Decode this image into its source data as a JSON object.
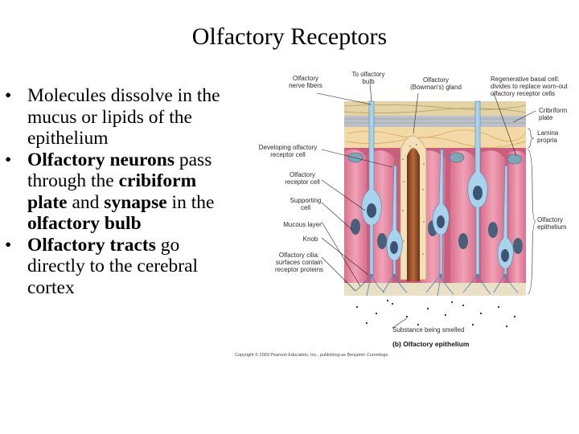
{
  "slide": {
    "title": "Olfactory Receptors",
    "bullets": [
      [
        {
          "t": "Molecules dissolve in the mucus or lipids of the epithelium",
          "b": false
        }
      ],
      [
        {
          "t": "Olfactory neurons",
          "b": true
        },
        {
          "t": " pass through the ",
          "b": false
        },
        {
          "t": "cribiform plate",
          "b": true
        },
        {
          "t": " and ",
          "b": false
        },
        {
          "t": "synapse",
          "b": true
        },
        {
          "t": " in the ",
          "b": false
        },
        {
          "t": "olfactory bulb",
          "b": true
        }
      ],
      [
        {
          "t": "Olfactory tracts",
          "b": true
        },
        {
          "t": " go directly to the cerebral cortex",
          "b": false
        }
      ]
    ],
    "bullet_glyph": "•"
  },
  "figure": {
    "labels": {
      "olfactory_nerve_fibers": [
        "Olfactory",
        "nerve fibers"
      ],
      "to_olfactory_bulb": [
        "To olfactory",
        "bulb"
      ],
      "olfactory_gland": [
        "Olfactory",
        "(Bowman's) gland"
      ],
      "regenerative_basal_cell": [
        "Regenerative basal cell:",
        "divides to replace worn-out",
        "olfactory receptor cells"
      ],
      "cribriform_plate": [
        "Cribriform",
        "plate"
      ],
      "lamina_propria": [
        "Lamina",
        "propria"
      ],
      "developing_receptor": [
        "Developing olfactory",
        "receptor cell"
      ],
      "olfactory_receptor_cell": [
        "Olfactory",
        "receptor cell"
      ],
      "supporting_cell": [
        "Supporting",
        "cell"
      ],
      "mucous_layer": [
        "Mucous layer"
      ],
      "knob": [
        "Knob"
      ],
      "olfactory_cilia": [
        "Olfactory cilia:",
        "surfaces contain",
        "receptor proteins"
      ],
      "olfactory_epithelium": [
        "Olfactory",
        "epithelium"
      ],
      "substance": [
        "Substance being smelled"
      ]
    },
    "caption": "(b) Olfactory epithelium",
    "copyright": "Copyright © 2003 Pearson Education, Inc., publishing as Benjamin Cummings",
    "colors": {
      "supporting_cell": "#e58aa2",
      "supporting_cell_dark": "#c8627f",
      "receptor_cell": "#a9d3ec",
      "receptor_nucleus": "#4a5f7a",
      "nerve_layer": "#d8c48c",
      "plate": "#c0c4ca",
      "gland_duct": "#8c4a22",
      "gland_wall": "#f2e0b8"
    }
  }
}
